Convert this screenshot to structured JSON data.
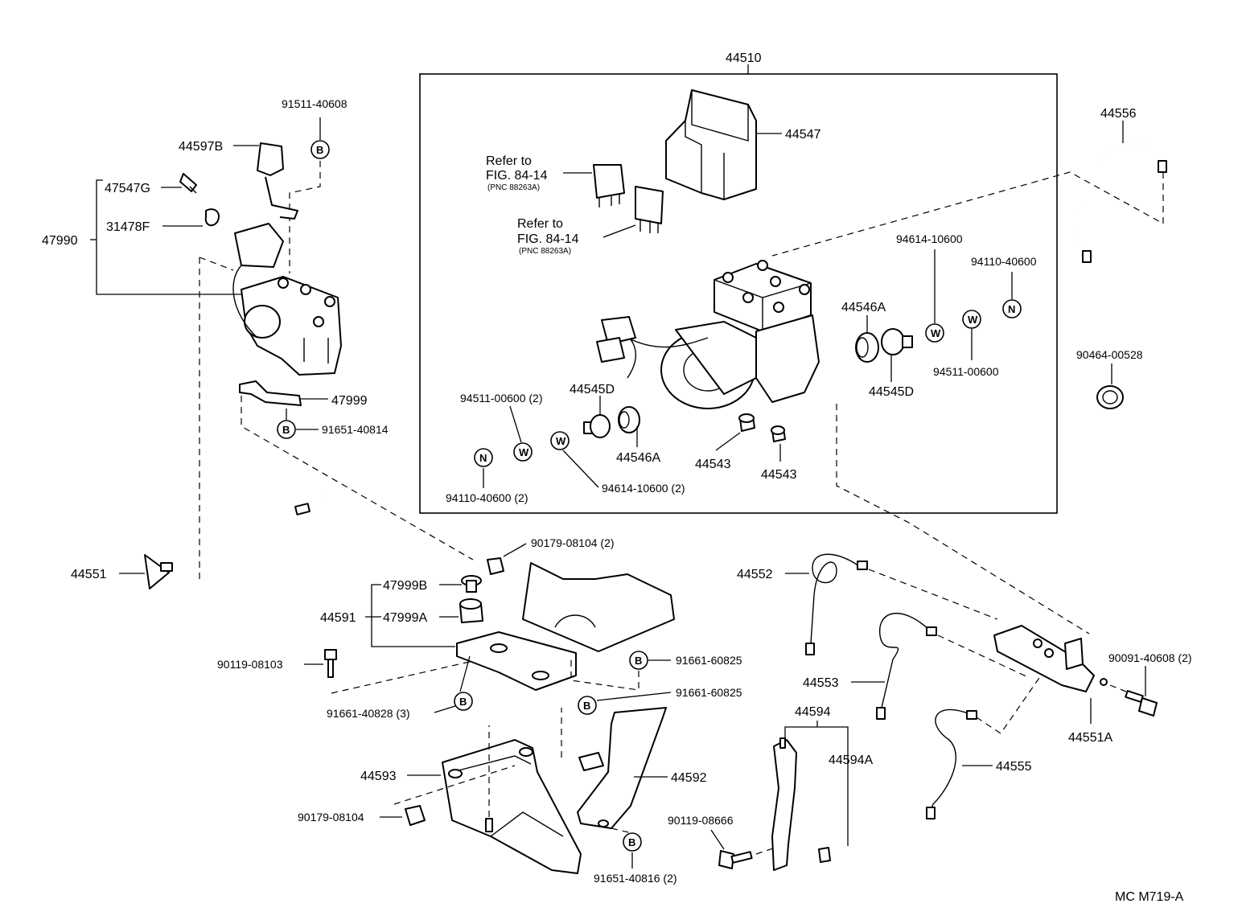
{
  "labels": {
    "l44510": "44510",
    "l44547": "44547",
    "l44556": "44556",
    "l91511_40608": "91511-40608",
    "l44597B": "44597B",
    "l47547G": "47547G",
    "l31478F": "31478F",
    "l47990": "47990",
    "l47999": "47999",
    "l91651_40814": "91651-40814",
    "l44551": "44551",
    "l94614_10600_a": "94614-10600",
    "l94110_40600_a": "94110-40600",
    "l44546A_a": "44546A",
    "l94511_00600_a": "94511-00600",
    "l44545D_a": "44545D",
    "l90464_00528": "90464-00528",
    "l94511_00600_b": "94511-00600 (2)",
    "l44545D_b": "44545D",
    "l44546A_b": "44546A",
    "l44543_a": "44543",
    "l44543_b": "44543",
    "l94110_40600_b": "94110-40600 (2)",
    "l94614_10600_b": "94614-10600 (2)",
    "l90179_08104_a": "90179-08104 (2)",
    "l47999B": "47999B",
    "l47999A": "47999A",
    "l44591": "44591",
    "l90119_08103": "90119-08103",
    "l91661_60825_a": "91661-60825",
    "l91661_60825_b": "91661-60825",
    "l91661_40828": "91661-40828 (3)",
    "l44552": "44552",
    "l44553": "44553",
    "l90091_40608": "90091-40608 (2)",
    "l44551A": "44551A",
    "l44594": "44594",
    "l44594A": "44594A",
    "l44555": "44555",
    "l44593": "44593",
    "l44592": "44592",
    "l90179_08104_b": "90179-08104",
    "l90119_08666": "90119-08666",
    "l91651_40816": "91651-40816 (2)",
    "diagram_code": "MC M719-A"
  },
  "refs": {
    "r1_line1": "Refer to",
    "r1_line2": "FIG. 84-14",
    "r1_pnc": "(PNC 88263A)",
    "r2_line1": "Refer to",
    "r2_line2": "FIG. 84-14",
    "r2_pnc": "(PNC 88263A)"
  },
  "symbols": {
    "B": "B",
    "W": "W",
    "N": "N"
  }
}
